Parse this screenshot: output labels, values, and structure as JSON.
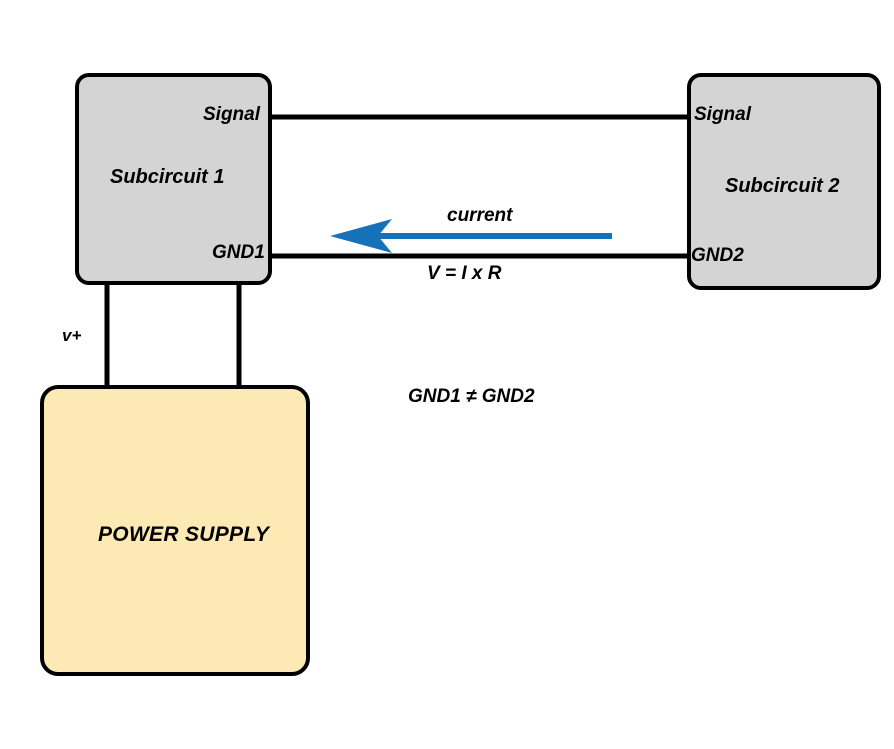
{
  "diagram": {
    "title": "Ground loop / shared ground impedance diagram",
    "background_color": "#ffffff",
    "wire_color": "#000000",
    "current_arrow_color": "#1672b8",
    "subcircuit_fill": "#d4d4d4",
    "power_supply_fill": "#fce9b4"
  },
  "blocks": {
    "subcircuit1": {
      "title": "Subcircuit 1",
      "port_signal": "Signal",
      "port_gnd": "GND1"
    },
    "subcircuit2": {
      "title": "Subcircuit 2",
      "port_signal": "Signal",
      "port_gnd": "GND2"
    },
    "power_supply": {
      "title": "POWER SUPPLY"
    }
  },
  "annotations": {
    "supply_rail": "v+",
    "current": "current",
    "ohms_law": "V = I x R",
    "ground_inequality": "GND1 ≠ GND2"
  }
}
